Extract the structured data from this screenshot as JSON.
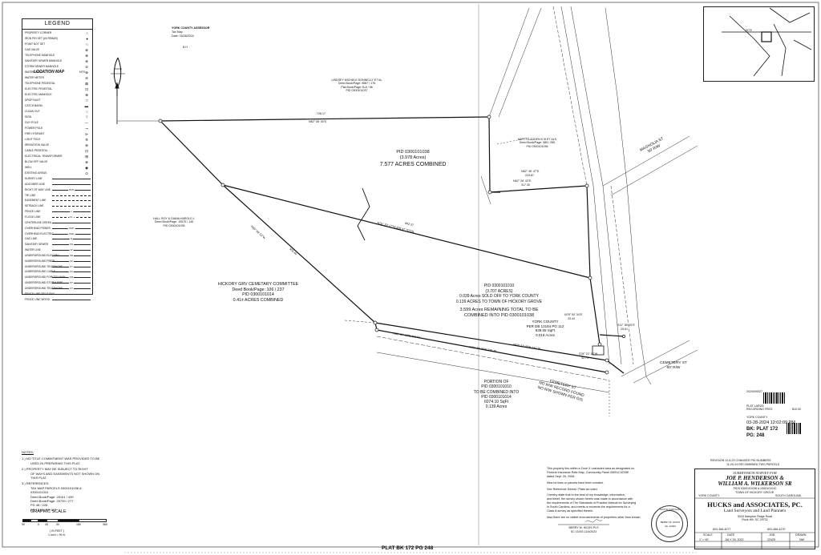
{
  "legend": {
    "title": "LEGEND",
    "items": [
      {
        "label": "PROPERTY CORNER",
        "sym": "○"
      },
      {
        "label": "IRON PIN SET (#4 REBAR)",
        "sym": "●"
      },
      {
        "label": "POINT NOT SET",
        "sym": "○"
      },
      {
        "label": "GAS VALVE",
        "sym": "⊗"
      },
      {
        "label": "TELEPHONE MANHOLE",
        "sym": "⊕"
      },
      {
        "label": "SANITARY SEWER MANHOLE",
        "sym": "⊛"
      },
      {
        "label": "STORM SEWER MANHOLE",
        "sym": "⊘"
      },
      {
        "label": "WATER VALVE",
        "sym": "⊗"
      },
      {
        "label": "WATER METER",
        "sym": "⊖"
      },
      {
        "label": "TELEPHONE PEDESTAL",
        "sym": "⊠"
      },
      {
        "label": "ELECTRIC PEDESTAL",
        "sym": "⊡"
      },
      {
        "label": "ELECTRIC MANHOLE",
        "sym": "⊕"
      },
      {
        "label": "DROP INLET",
        "sym": "□"
      },
      {
        "label": "CATCH BASIN",
        "sym": "▬"
      },
      {
        "label": "CLEAN OUT",
        "sym": "○"
      },
      {
        "label": "SIGN",
        "sym": "⊤"
      },
      {
        "label": "GUY POLE",
        "sym": "—"
      },
      {
        "label": "POWER POLE",
        "sym": "⊸"
      },
      {
        "label": "FIRE HYDRANT",
        "sym": "⊳"
      },
      {
        "label": "LIGHT POLE",
        "sym": "✲"
      },
      {
        "label": "IRRIGATION VALVE",
        "sym": "⊗"
      },
      {
        "label": "CABLE PEDESTAL",
        "sym": "⊡"
      },
      {
        "label": "ELECTRICAL TRANSFORMER",
        "sym": "⊞"
      },
      {
        "label": "BLOW OFF VALVE",
        "sym": "⊗"
      },
      {
        "label": "WELL",
        "sym": "◉"
      },
      {
        "label": "EXISTING AREAS",
        "sym": "⊙"
      }
    ],
    "lines": [
      {
        "label": "SURVEY LINE",
        "text": "",
        "dash": false
      },
      {
        "label": "ADJOINER LINE",
        "text": "",
        "dash": false
      },
      {
        "label": "RIGHT OF WAY LINE",
        "text": "R/W",
        "dash": false
      },
      {
        "label": "TIE LINE",
        "text": "",
        "dash": true
      },
      {
        "label": "EASEMENT LINE",
        "text": "",
        "dash": true
      },
      {
        "label": "SETBACK LINE",
        "text": "",
        "dash": true
      },
      {
        "label": "FENCE LINE",
        "text": "x",
        "dash": false
      },
      {
        "label": "FLOOD LINE",
        "text": "FL",
        "dash": true
      },
      {
        "label": "CENTERLINE CREEK",
        "text": "",
        "dash": false
      },
      {
        "label": "OVERHEAD POWER",
        "text": "OHP",
        "dash": false
      },
      {
        "label": "OVERHEAD ELECTRIC",
        "text": "OHE",
        "dash": false
      },
      {
        "label": "GAS LINE",
        "text": "G",
        "dash": false
      },
      {
        "label": "SANITARY SEWER",
        "text": "SS",
        "dash": false
      },
      {
        "label": "WATER LINE",
        "text": "W",
        "dash": false
      },
      {
        "label": "UNDERGROUND ELECTRIC",
        "text": "UE",
        "dash": false
      },
      {
        "label": "UNDERGROUND FIBER",
        "text": "UF",
        "dash": false
      },
      {
        "label": "UNDERGROUND TELEPHONE",
        "text": "UT",
        "dash": false
      },
      {
        "label": "UNDERGROUND CABLE",
        "text": "UC",
        "dash": false
      },
      {
        "label": "UNDERGROUND FORCED MAIN",
        "text": "FM",
        "dash": false
      },
      {
        "label": "UNDERGROUND STORM PIPE",
        "text": "ST",
        "dash": false
      },
      {
        "label": "UNDERGROUND TELEPHONE",
        "text": "UT",
        "dash": false
      },
      {
        "label": "FENCE LINE SPLIT RAIL",
        "text": "",
        "dash": false
      },
      {
        "label": "FENCE LINE WOOD",
        "text": "",
        "dash": false
      }
    ]
  },
  "assessor": {
    "line1": "YORK COUNTY ASSESSOR",
    "line2": "Tax Map",
    "line3": "Date: 03/28/2024",
    "mark": "B H"
  },
  "parcels": {
    "pid_main": "PID 0300101038",
    "acres_main": "(3.978 Acres)",
    "combined": "7.577 ACRES COMBINED",
    "pid_mid": "PID 0300101010",
    "acres_mid": "(3.707 ACRES)",
    "deed1": "0.039 Acres SOLD OFF TO YORK COUNTY",
    "deed2": "0.139 ACRES TO TOWN OF HICKORY GROVE",
    "remaining1": "3.599 Acres REMAINING TOTAL TO BE",
    "remaining2": "COMBINED INTO PID 0300101038",
    "cemetery_title": "HICKORY GRV CEMETARY COMMITTEE",
    "cemetery_deed": "Deed Book/Page: 106 / 237",
    "cemetery_pid": "PID 0300101014",
    "cemetery_acres": "0.41± ACRES COMBINED",
    "portion1": "PORTION OF",
    "portion2": "PID 0300101010",
    "portion3": "TO BE COMBINED INTO",
    "portion4": "PID 0300101014",
    "portion5": "6074.10 SqFt",
    "portion6": "0.139 Acres",
    "york1": "YORK COUNTY",
    "york2": "PER DB 13184 PG 112",
    "york3": "839.65 SqFt",
    "york4": "0.019 Acres",
    "cem_st1": "CEMETERY ST",
    "cem_st2": "NO R/W RECORD FOUND",
    "cem_st3": "NO R/W SHOWN PER GIS",
    "cem_st_r1": "CEMETERY ST",
    "cem_st_r2": "60' R/W",
    "magnolia1": "MAGNOLIA ST",
    "magnolia2": "50' R/W",
    "lindsey1": "LINDSEY MICHELE DONNELLY ET AL",
    "lindsey2": "Deed Book/Page: 9587 / 176",
    "lindsey3": "Plat Book/Page: B-8 / 98",
    "lindsey4": "PID 0300101037",
    "matt1": "MATT GLADDEN K III ET ALS",
    "matt2": "Deed Book/Page: 585 / 285",
    "matt3": "PID 0300101036",
    "hall1": "HALL ROY & DIANA HAROLD L",
    "hall2": "Deed Book/Page: 10570 / 145",
    "hall3": "PID 0300101035"
  },
  "bearings": {
    "top": "N62° 06' 00\"E",
    "top_dist": "726.17",
    "diag": "N76° 20' 17\"W  839.47 TOTAL",
    "diag_dist": "842.37",
    "left_diag": "N33° 56' 52\"W",
    "left_diag_dist": "553.40",
    "mid_b": "N62° 28' 42\"E",
    "mid_d": "317.30",
    "right_b": "N62° 36' 47\"E",
    "right_d": "223.87",
    "r1": "N78° 00' 34\"E",
    "r1d": "33.44",
    "r2": "S11° 35' 09\"E",
    "r2d": "25.61",
    "r3": "S78° 22' 14\"W",
    "r3d": "32.73",
    "low1": "N82° 37' 50\"E  434.91",
    "low2": "N76° 42' 30\"E  338.40",
    "low3": "N63° 27' 45\"E  141.70"
  },
  "location_map": {
    "title": "LOCATION MAP",
    "scale": "NTS",
    "site": "SITE"
  },
  "notes": {
    "title": "NOTES:",
    "n1a": "1.)  NO TITLE COMMITMENT WAS PROVIDED TO BE",
    "n1b": "USED IN PREPARING THIS PLAT.",
    "n2a": "2.)  PROPERTY MAY BE SUBJECT TO RIGHT",
    "n2b": "OF WAYS AND EASEMENTS NOT SHOWN ON",
    "n2c": "THIS PLAT.",
    "n3a": "3.)  REFERENCES:",
    "n3b": "TAX MAP PARCELS 0300101038 &",
    "n3c": "0300101010",
    "n3d": "Deed Book/Page: 20161 / 439",
    "n3e": "Deed Book/Page: 20739 / 277",
    "n3f": "PG 48 / 228",
    "n3g": "DB 13184 PG 112"
  },
  "scale": {
    "title": "GRAPHIC SCALE",
    "unit": "( IN FEET )",
    "ratio": "1 inch = 90 ft.",
    "ticks": [
      "90",
      "0",
      "45",
      "90",
      "180",
      "360"
    ]
  },
  "certification": {
    "c1": "This property lies within a Zone X unshaded area as designated on",
    "c2": "Federal Insurance Rate Map, Community Panel 45091C0235E",
    "c3": "dated Sept. 26, 2008.",
    "c4": "New lot lines or parcels have been created.",
    "c5": "See Reference Deeds / Plats as noted",
    "c6": "I hereby state that to the best of my knowledge, information,",
    "c7": "and belief, the survey shown herein was made in accordance with",
    "c8": "the requirements of The Standards of Practice Manual for Surveying",
    "c9": "in South Carolina, and meets or exceeds the requirements for a",
    "c10": "Class A  survey as specified therein.",
    "c11": "Also there are no visible encroachments of properties other than shown.",
    "signer": "BERRY M. HICKS PLS",
    "signer2": "SC 11003 11/4/2024"
  },
  "seal": {
    "ring": "SOUTH CAROLINA",
    "center": "BERRY M. HICKS",
    "num": "No. 11003"
  },
  "record": {
    "label1": "PLAT LARGE",
    "label2": "RECORDING FEES",
    "fee": "$10.00",
    "barcode_num": "2024009327",
    "stamp_date": "03-28-2024 12:02:09 PM",
    "stamp_county": "YORK COUNTY",
    "bk": "BK: PLAT 172",
    "pg": "PG: 248"
  },
  "revision": {
    "r1": "REVISION 12-6-23 CHANGED PID NUMBERS",
    "r2": "11-25-24 RECOMBINED TWO PARCELS"
  },
  "titleblock": {
    "subtitle": "SUBDIVISION SURVEY FOR",
    "owner1": "JOE P. HENDERSON &",
    "owner2": "WILLIAM A. WILKERSON SR",
    "pids": "PIDS 0300101038 & 0300101010",
    "town": "TOWN OF HICKORY GROVE",
    "county": "YORK COUNTY",
    "state": "SOUTH CAROLINA",
    "firm": "HUCKS and ASSOCIATES, PC.",
    "firm2": "Land Surveyors and Land Planners",
    "addr1": "3018 Hampton Ridge Road",
    "addr2": "Rock Hill, SC 29732",
    "phone": "803-366-4077",
    "fax": "803-366-4270",
    "scale_l": "SCALE",
    "scale_v": "1\" = 90'",
    "date_l": "DATE",
    "date_v": "JULY 29, 2022",
    "job_l": "JOB",
    "job_v": "22425",
    "drawn_l": "DRAWN",
    "drawn_v": "NW"
  },
  "footer": {
    "text": "PLAT BK 172 PG 248"
  }
}
